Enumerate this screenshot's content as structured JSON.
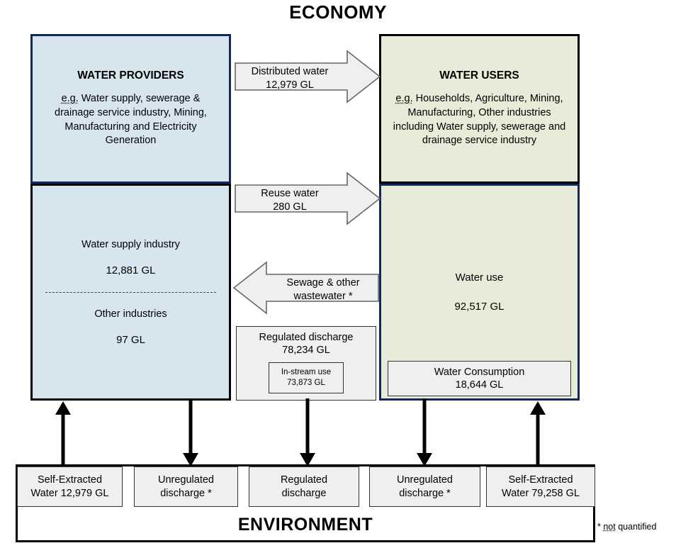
{
  "title": "ECONOMY",
  "footer_title": "ENVIRONMENT",
  "footnote": "* not quantified",
  "colors": {
    "providers_fill": "#d7e5ef",
    "users_fill": "#e6ecd8",
    "navy_border": "#12295c",
    "black_border": "#000000",
    "gray_fill": "#efefef"
  },
  "providers": {
    "title": "WATER PROVIDERS",
    "description": "e.g. Water supply, sewerage & drainage service industry, Mining, Manufacturing and Electricity Generation"
  },
  "users": {
    "title": "WATER USERS",
    "description": "e.g. Households, Agriculture, Mining, Manufacturing, Other industries including Water supply, sewerage and drainage service industry"
  },
  "supply": {
    "industry_label": "Water supply industry",
    "industry_value": "12,881 GL",
    "other_label": "Other industries",
    "other_value": "97 GL"
  },
  "use": {
    "label": "Water use",
    "value": "92,517 GL",
    "consumption_label": "Water Consumption",
    "consumption_value": "18,644 GL"
  },
  "flows": {
    "distributed": {
      "label": "Distributed water",
      "value": "12,979 GL",
      "direction": "right"
    },
    "reuse": {
      "label": "Reuse water",
      "value": "280 GL",
      "direction": "right"
    },
    "sewage": {
      "label": "Sewage & other",
      "label2": "wastewater *",
      "direction": "left"
    }
  },
  "regulated_discharge": {
    "label": "Regulated discharge",
    "value": "78,234 GL",
    "instream_label": "In-stream use",
    "instream_value": "73,873 GL"
  },
  "environment_cells": [
    {
      "line1": "Self-Extracted",
      "line2": "Water 12,979 GL"
    },
    {
      "line1": "Unregulated",
      "line2": "discharge *"
    },
    {
      "line1": "Regulated",
      "line2": "discharge"
    },
    {
      "line1": "Unregulated",
      "line2": "discharge *"
    },
    {
      "line1": "Self-Extracted",
      "line2": "Water 79,258 GL"
    }
  ]
}
